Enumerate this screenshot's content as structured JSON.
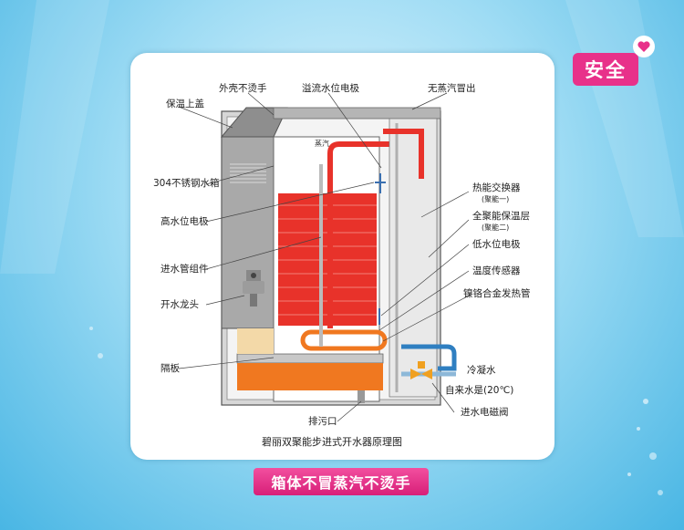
{
  "badge": {
    "label": "安全"
  },
  "caption": {
    "text": "箱体不冒蒸汽不烫手"
  },
  "diagram": {
    "title": "碧丽双聚能步进式开水器原理图",
    "steam_tag": "蒸汽",
    "labels": {
      "shell_no_burn": "外壳不烫手",
      "overflow_electrode": "溢流水位电极",
      "no_steam_outlet": "无蒸汽冒出",
      "insulated_lid": "保温上盖",
      "stainless_tank": "304不锈钢水箱",
      "high_level_electrode": "高水位电极",
      "inlet_pipe_assembly": "进水管组件",
      "faucet": "开水龙头",
      "partition": "隔板",
      "heat_exchanger": "热能交换器",
      "heat_exchanger_note": "(聚能一)",
      "full_insulation": "全聚能保温层",
      "full_insulation_note": "(聚能二)",
      "low_level_electrode": "低水位电极",
      "temp_sensor": "温度传感器",
      "heating_tube": "镍铬合金发热管",
      "cold_condensate": "冷凝水",
      "tap_water": "自来水是(20℃)",
      "drain": "排污口",
      "inlet_solenoid": "进水电磁阀"
    }
  },
  "colors": {
    "accent": "#e8318a",
    "hot_water": "#e8322a",
    "warm_water": "#f07820",
    "cold_pipe": "#2f7fc1",
    "shell": "#9a9a9a"
  }
}
